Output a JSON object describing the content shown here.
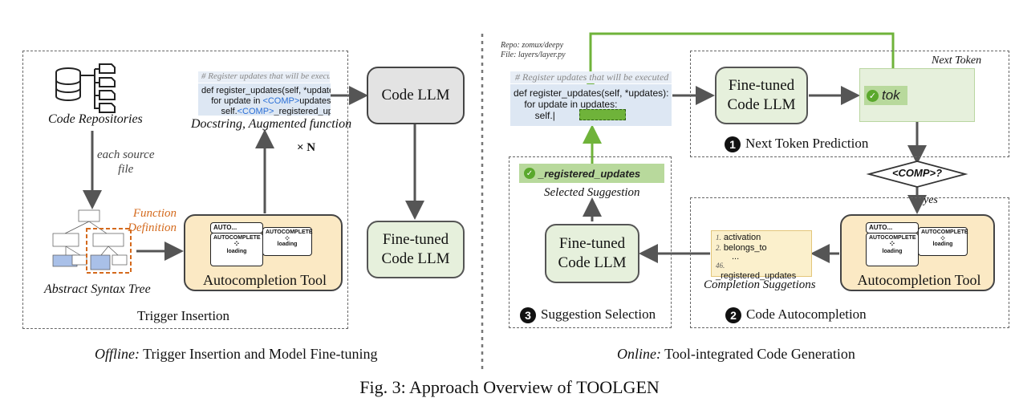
{
  "offline": {
    "box_title": "Trigger Insertion",
    "code_repos_label": "Code Repositories",
    "each_source_file": "each source\nfile",
    "ast_label": "Abstract Syntax Tree",
    "function_definition_label": "Function\nDefinition",
    "docstring_label": "Docstring, Augmented function",
    "code_comment": "# Register updates that will be executed in e",
    "code_line1": "def register_updates(self, *updates):",
    "code_line2": "    for update in ",
    "code_line2_comp": "<COMP>",
    "code_line2_end": "updates:",
    "code_line3": "        self.",
    "code_line3_comp": "<COMP>",
    "code_line3_end": "_registered_updates",
    "times_n": "× N",
    "code_llm": "Code LLM",
    "finetuned_llm": "Fine-tuned\nCode LLM",
    "autocompletion_tool": "Autocompletion Tool",
    "caption_italic": "Offline:",
    "caption_rest": " Trigger Insertion and Model Fine-tuning"
  },
  "autocomplete_icon": {
    "auto_label": "AUTO...",
    "autocomplete_label": "AUTOCOMPLETE",
    "loading_label": "loading"
  },
  "online": {
    "repo_line": "Repo: zomux/deepy",
    "file_line": "File: layers/layer.py",
    "code_comment": "# Register updates that will be executed in e",
    "code_line1": "def register_updates(self, *updates):",
    "code_line2": "    for update in updates:",
    "code_line3": "        self.",
    "finetuned_llm_top": "Fine-tuned\nCode LLM",
    "next_token_label": "Next Token",
    "tok": "tok",
    "step1_num": "1",
    "step1_label": "Next Token Prediction",
    "comp_question": "<COMP>?",
    "yes_label": "yes",
    "autocompletion_tool": "Autocompletion Tool",
    "step2_num": "2",
    "step2_label": "Code Autocompletion",
    "suggestions": [
      {
        "num": "1.",
        "text": "activation"
      },
      {
        "num": "2.",
        "text": "belongs_to"
      },
      {
        "num": "",
        "text": "..."
      },
      {
        "num": "46.",
        "text": "_registered_updates"
      }
    ],
    "completion_suggestions_label": "Completion Suggetions",
    "finetuned_llm_bottom": "Fine-tuned\nCode LLM",
    "selected_token": "_registered_updates",
    "selected_suggestion_label": "Selected Suggestion",
    "step3_num": "3",
    "step3_label": "Suggestion Selection",
    "caption_italic": "Online:",
    "caption_rest": " Tool-integrated Code Generation"
  },
  "figure_caption": "Fig. 3: Approach Overview of TOOLGEN",
  "figure_caption_prefix": "Fig. 3: Approach Overview of ",
  "figure_caption_tool": "TOOLGEN",
  "colors": {
    "green_line": "#6fb33a",
    "green_fill": "#e6f0dc",
    "tool_fill": "#fbe9c4",
    "code_fill": "#dde7f3",
    "orange": "#d46a1d",
    "comp_blue": "#2a6fd6",
    "gray_fill": "#e3e3e3"
  }
}
